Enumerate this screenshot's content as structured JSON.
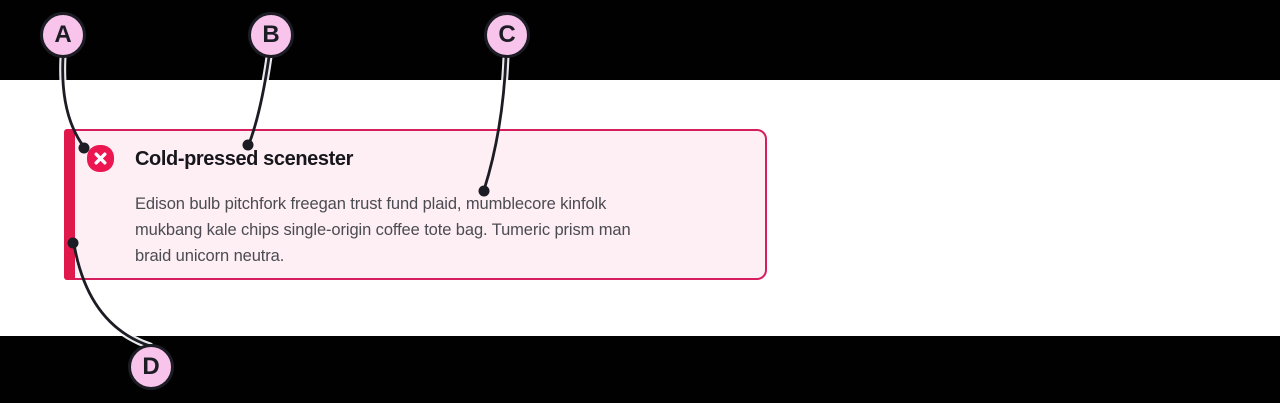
{
  "alert": {
    "title": "Cold-pressed scenester",
    "body_lines": [
      "Edison bulb pitchfork freegan trust fund plaid, mumblecore kinfolk",
      "mukbang kale chips single-origin coffee tote bag. Tumeric prism man",
      "braid unicorn neutra."
    ],
    "icon": "error-x-icon",
    "colors": {
      "accent_bar": "#E0194D",
      "border": "#D61E5F",
      "background": "#FDEFF3",
      "icon_background": "#EC1750",
      "icon_glyph": "#FFFFFF",
      "title_text": "#16161C",
      "body_text": "#4B4B52"
    }
  },
  "callouts": {
    "markers": [
      {
        "label": "A",
        "points_to": "error-icon"
      },
      {
        "label": "B",
        "points_to": "alert-title"
      },
      {
        "label": "C",
        "points_to": "alert-body"
      },
      {
        "label": "D",
        "points_to": "accent-bar"
      }
    ],
    "colors": {
      "marker_fill": "#F9C4EB",
      "marker_border": "#1C1C24",
      "line": "#1C1C24"
    }
  }
}
